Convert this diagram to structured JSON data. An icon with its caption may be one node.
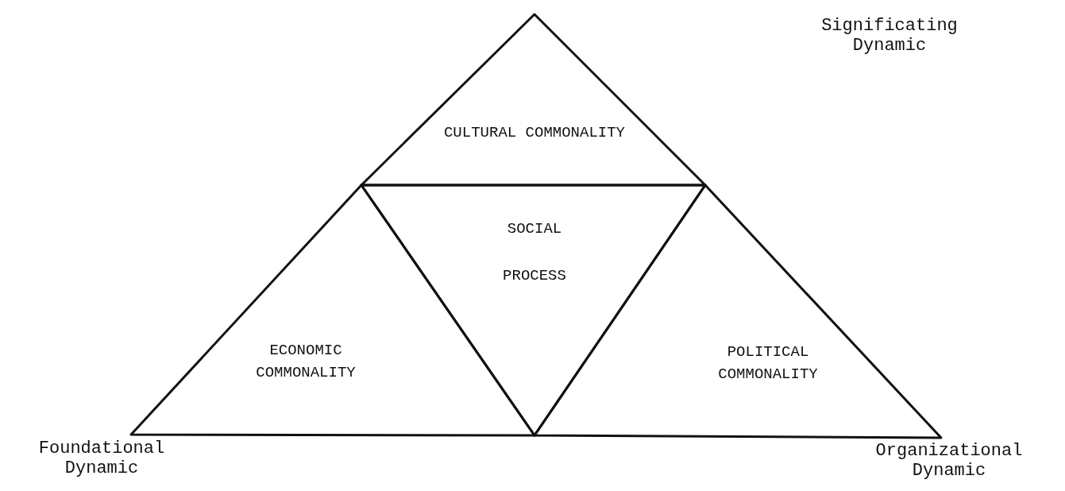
{
  "diagram": {
    "nodes": [
      {
        "text": [
          "CULTURAL COMMONALITY"
        ]
      },
      {
        "text": [
          "SOCIAL PROCESS"
        ]
      },
      {
        "text": [
          "ECONOMIC COMMONALITY"
        ]
      },
      {
        "text": [
          "POLITICAL COMMONALITY"
        ]
      }
    ],
    "labels": [
      "Significating Dynamic",
      "Foundational Dynamic",
      "Organizational Dynamic"
    ]
  }
}
